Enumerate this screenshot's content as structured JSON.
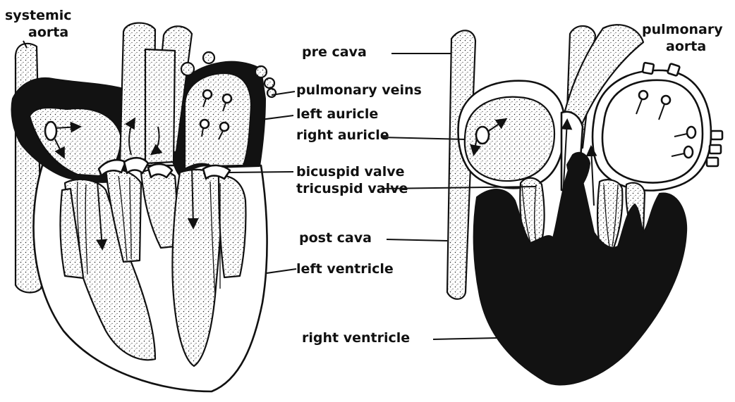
{
  "labels": {
    "systemic_aorta_line1": "systemic",
    "systemic_aorta_line2": "aorta",
    "pre_cava": "pre cava",
    "pulmonary_aorta_line1": "pulmonary",
    "pulmonary_aorta_line2": "aorta",
    "pulmonary_veins": "pulmonary veins",
    "left_auricle": "left auricle",
    "right_auricle": "right auricle",
    "bicuspid_valve": "bicuspid valve",
    "tricuspid_valve": "tricuspid valve",
    "post_cava": "post cava",
    "left_ventricle": "left ventricle",
    "right_ventricle": "right ventricle"
  },
  "colors": {
    "ink": "#111111",
    "background": "#ffffff"
  }
}
